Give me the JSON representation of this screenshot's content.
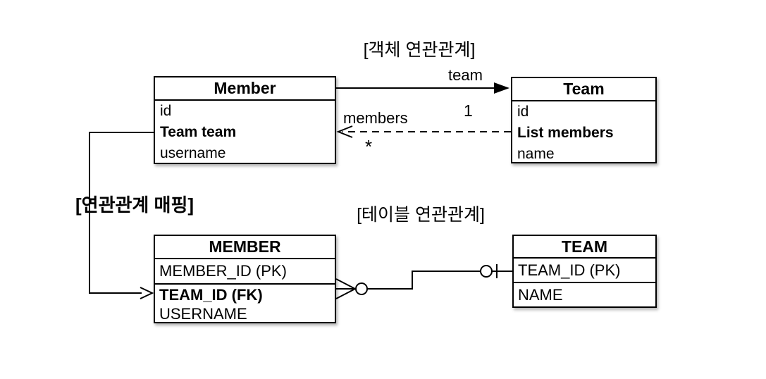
{
  "colors": {
    "line": "#000000",
    "background": "#ffffff",
    "text": "#000000"
  },
  "object_diagram": {
    "section_title": "[객체 연관관계]",
    "member": {
      "title": "Member",
      "field_id": "id",
      "field_team": "Team team",
      "field_username": "username"
    },
    "team": {
      "title": "Team",
      "field_id": "id",
      "field_members": "List members",
      "field_name": "name"
    },
    "team_association": {
      "label": "team",
      "multiplicity": "1"
    },
    "members_association": {
      "label": "members",
      "multiplicity": "*"
    }
  },
  "mapping": {
    "label": "[연관관계 매핑]"
  },
  "table_diagram": {
    "section_title": "[테이블 연관관계]",
    "member": {
      "title": "MEMBER",
      "row_pk": "MEMBER_ID (PK)",
      "row_fk": "TEAM_ID (FK)",
      "row_username": "USERNAME"
    },
    "team": {
      "title": "TEAM",
      "row_pk": "TEAM_ID (PK)",
      "row_name": "NAME"
    },
    "notation": {
      "member_side": "crow-foot-circle-icon",
      "team_side": "circle-bar-icon"
    }
  }
}
